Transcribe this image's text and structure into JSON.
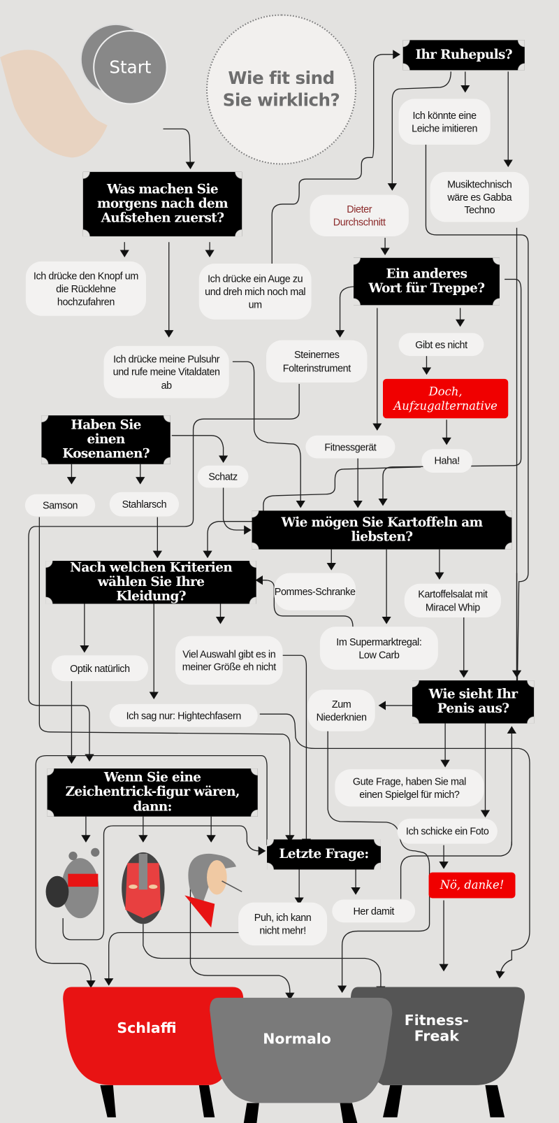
{
  "title": "Wie fit sind Sie wirklich?",
  "title_lines": [
    "Wie fit sind",
    "Sie wirklich?"
  ],
  "start": "Start",
  "colors": {
    "background": "#e3e2e0",
    "accent_red": "#e81313",
    "question_bg": "#000000",
    "answer_bg": "#f3f2f1",
    "normalo": "#7a7a7a",
    "fitness": "#555555",
    "dieter_text": "#8b2a2a"
  },
  "questions": {
    "morning": "Was machen Sie morgens nach dem Aufstehen zuerst?",
    "pulse": "Ihr Ruhepuls?",
    "stairs": "Ein anderes Wort für Treppe?",
    "nickname": "Haben Sie einen Kosenamen?",
    "potatoes": "Wie mögen Sie Kartoffeln am liebsten?",
    "clothing": "Nach welchen Kriterien wählen Sie Ihre Kleidung?",
    "penis": "Wie sieht Ihr Penis aus?",
    "cartoon": "Wenn Sie eine Zeichentrick-figur wären, dann:",
    "last": "Letzte Frage:"
  },
  "answers": {
    "button": "Ich drücke den Knopf um die Rücklehne hochzufahren",
    "eye": "Ich drücke ein Auge zu und dreh mich noch mal um",
    "pulsewatch": "Ich drücke meine Pulsuhr und rufe meine Vitaldaten ab",
    "corpse": "Ich könnte eine Leiche imitieren",
    "gabba": "Musiktechnisch wäre es Gabba Techno",
    "dieter": "Dieter Durchschnitt",
    "none": "Gibt es nicht",
    "torture": "Steinernes Folterinstrument",
    "elevator": "Doch, Aufzugalternative",
    "fitnessgeraet": "Fitnessgerät",
    "haha": "Haha!",
    "samson": "Samson",
    "stahlarsch": "Stahlarsch",
    "schatz": "Schatz",
    "pommes": "Pommes-Schranke",
    "salad": "Kartoffelsalat mit Miracel Whip",
    "lowcarb": "Im Supermarktregal: Low Carb",
    "size": "Viel Auswahl gibt es in meiner Größe eh nicht",
    "optik": "Optik natürlich",
    "hightech": "Ich sag nur: Hightechfasern",
    "kneel": "Zum Niederknien",
    "mirror": "Gute Frage, haben Sie mal einen Spielgel für mich?",
    "photo": "Ich schicke ein Foto",
    "nodanke": "Nö, danke!",
    "puh": "Puh, ich kann nicht mehr!",
    "herdamit": "Her damit"
  },
  "results": {
    "schlaffi": "Schlaffi",
    "normalo": "Normalo",
    "fitness": "Fitness-Freak"
  }
}
